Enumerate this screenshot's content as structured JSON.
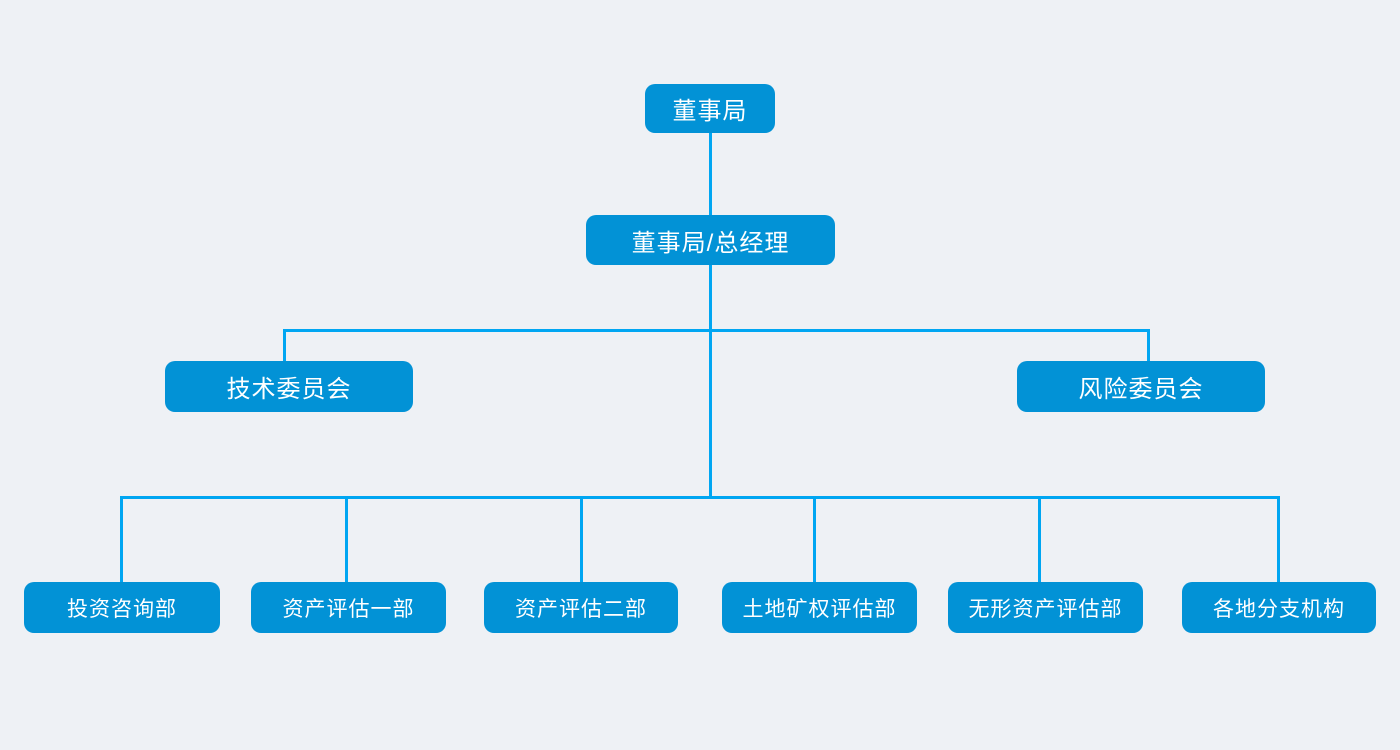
{
  "diagram": {
    "type": "org-chart",
    "colors": {
      "background": "#eef1f5",
      "node_fill": "#0292d6",
      "connector": "#00a6f2",
      "node_text": "#ffffff"
    },
    "nodes": [
      {
        "id": "board",
        "label": "董事局",
        "level": 1,
        "parent": null
      },
      {
        "id": "board-general-manager",
        "label": "董事局/总经理",
        "level": 2,
        "parent": "board"
      },
      {
        "id": "technical-committee",
        "label": "技术委员会",
        "level": 3,
        "parent": "board-general-manager"
      },
      {
        "id": "risk-committee",
        "label": "风险委员会",
        "level": 3,
        "parent": "board-general-manager"
      },
      {
        "id": "investment-consulting-dept",
        "label": "投资咨询部",
        "level": 4,
        "parent": "board-general-manager"
      },
      {
        "id": "asset-appraisal-dept-1",
        "label": "资产评估一部",
        "level": 4,
        "parent": "board-general-manager"
      },
      {
        "id": "asset-appraisal-dept-2",
        "label": "资产评估二部",
        "level": 4,
        "parent": "board-general-manager"
      },
      {
        "id": "land-mining-rights-appraisal-dept",
        "label": "土地矿权评估部",
        "level": 4,
        "parent": "board-general-manager"
      },
      {
        "id": "intangible-assets-appraisal-dept",
        "label": "无形资产评估部",
        "level": 4,
        "parent": "board-general-manager"
      },
      {
        "id": "regional-branch-offices",
        "label": "各地分支机构",
        "level": 4,
        "parent": "board-general-manager"
      }
    ]
  }
}
